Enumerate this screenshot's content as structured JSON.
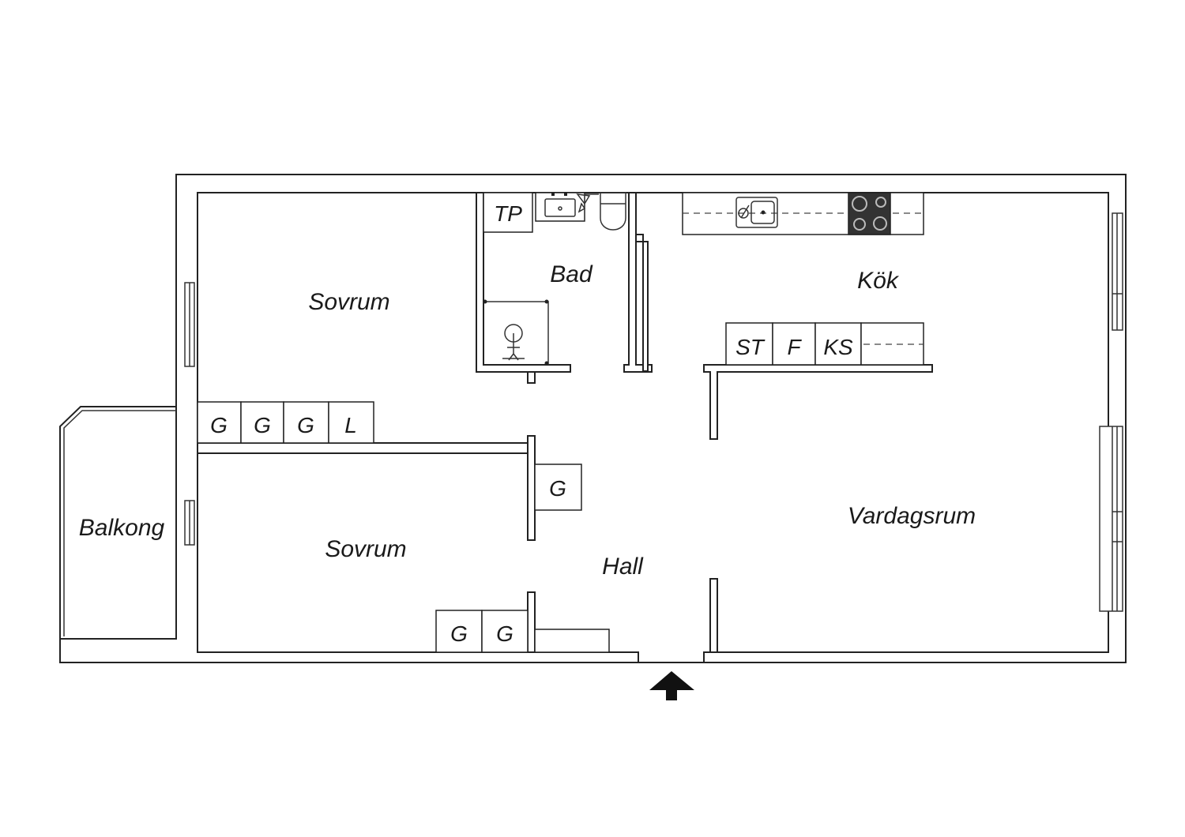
{
  "rooms": {
    "sovrum_top": "Sovrum",
    "sovrum_bottom": "Sovrum",
    "bad": "Bad",
    "kok": "Kök",
    "vardagsrum": "Vardagsrum",
    "hall": "Hall",
    "balkong": "Balkong"
  },
  "fixtures": {
    "wardrobe_g": "G",
    "linen_l": "L",
    "toilet_paper": "TP",
    "stove": "ST",
    "freezer": "F",
    "fridge_freezer": "KS"
  },
  "colors": {
    "wall_stroke": "#222222",
    "cooktop": "#333333",
    "entrance_arrow": "#111111"
  },
  "icons": {
    "entrance": "entrance-arrow-icon",
    "sink": "sink-icon",
    "cooktop": "cooktop-icon",
    "toilet": "toilet-icon",
    "shower": "shower-icon"
  }
}
